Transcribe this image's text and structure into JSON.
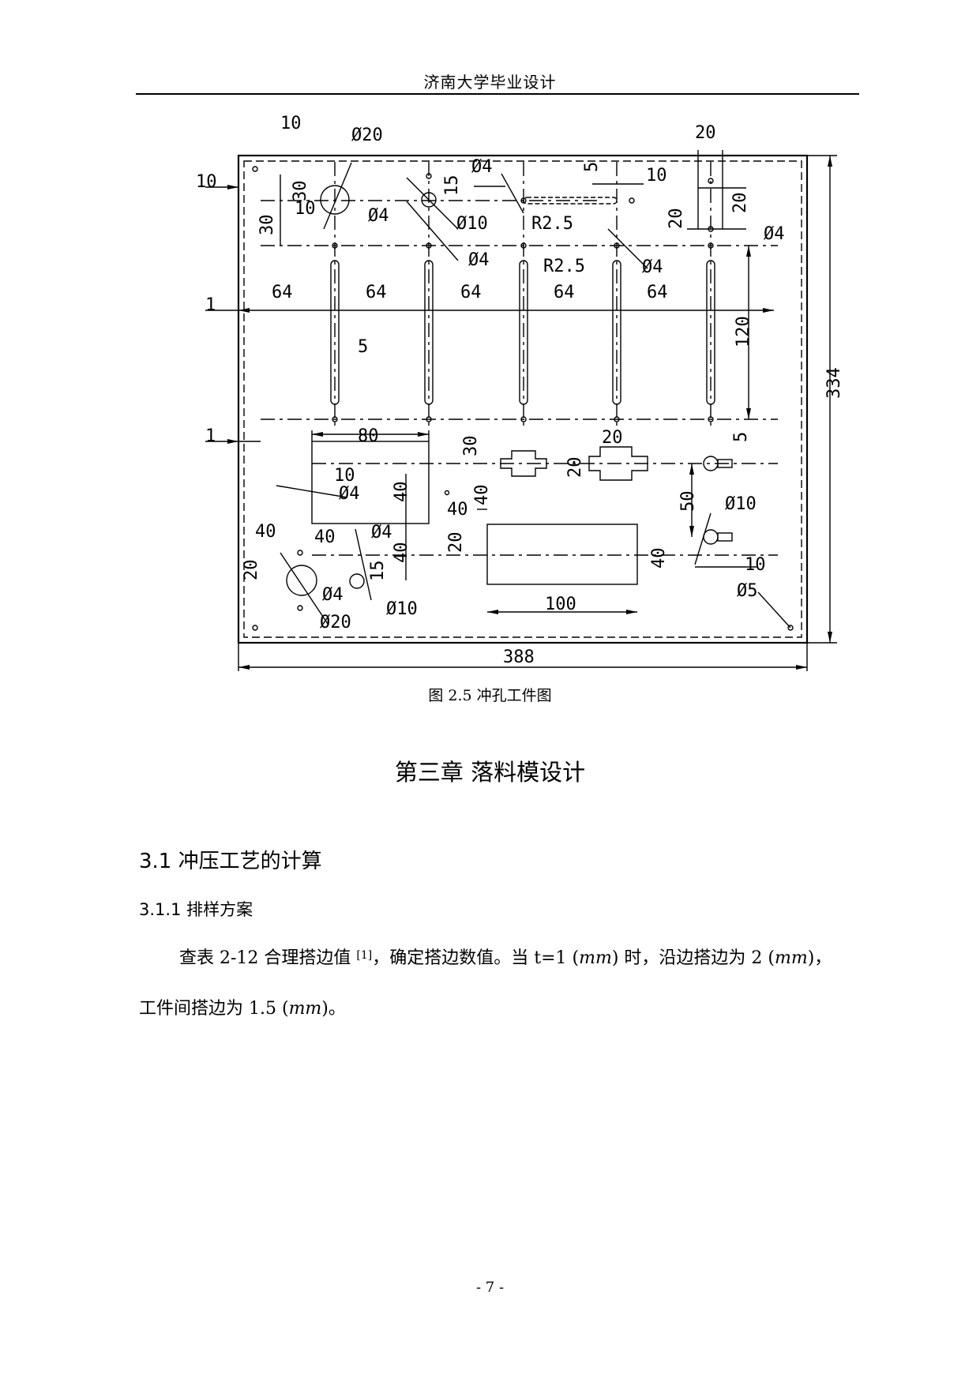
{
  "header": {
    "title": "济南大学毕业设计"
  },
  "figure": {
    "caption": "图 2.5  冲孔工件图",
    "dims": {
      "d10a": "10",
      "d10b": "10",
      "d10c": "10",
      "d10d": "10",
      "d10e": "10",
      "d20a": "20",
      "d20b": "20",
      "d20c": "20",
      "d20d": "20",
      "d20e": "20",
      "d20f": "20",
      "d20g": "20",
      "d30a": "30",
      "d30b": "30",
      "d30c": "30",
      "d15a": "15",
      "d15b": "15",
      "d5a": "5",
      "d5b": "5",
      "d5c": "5",
      "d1a": "1",
      "d1b": "1",
      "d64": "64",
      "d120": "120",
      "d334": "334",
      "d388": "388",
      "d80": "80",
      "d100": "100",
      "d50": "50",
      "d40a": "40",
      "d40b": "40",
      "d40c": "40",
      "d40d": "40",
      "d40e": "40",
      "d40f": "40",
      "d40g": "40",
      "phi20": "Ø20",
      "phi4": "Ø4",
      "phi10": "Ø10",
      "phi5": "Ø5",
      "r25": "R2.5"
    }
  },
  "chapter_title": "第三章  落料模设计",
  "section_1": "3.1 冲压工艺的计算",
  "section_1_1": "3.1.1 排样方案",
  "paragraph_1": {
    "a": "查表 2-12  合理搭边值 ",
    "cite": "[1]",
    "b": "，确定搭边数值。当 t=1 (",
    "unit1": "mm",
    "c": ") 时，沿边搭边为 2 (",
    "unit2": "mm",
    "d": ")，"
  },
  "paragraph_2": {
    "a": "工件间搭边为 1.5 (",
    "unit": "mm",
    "b": ")。"
  },
  "page_number": "- 7 -"
}
